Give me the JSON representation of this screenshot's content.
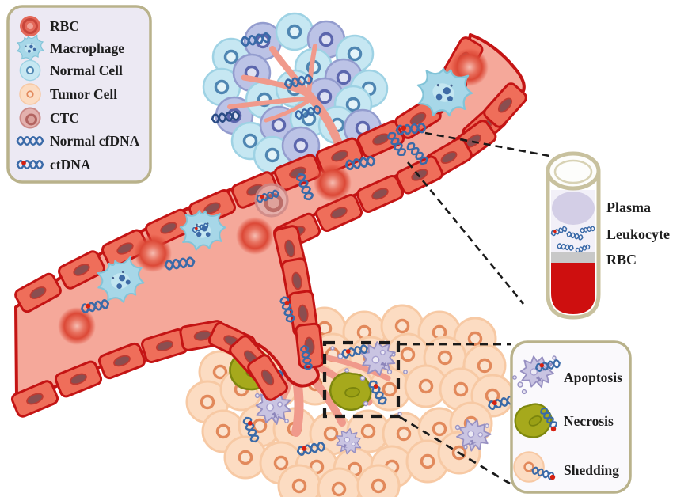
{
  "legend": {
    "items": [
      {
        "id": "rbc",
        "label": "RBC"
      },
      {
        "id": "macrophage",
        "label": "Macrophage"
      },
      {
        "id": "normal-cell",
        "label": "Normal Cell"
      },
      {
        "id": "tumor-cell",
        "label": "Tumor Cell"
      },
      {
        "id": "ctc",
        "label": "CTC"
      },
      {
        "id": "normal-cfdna",
        "label": "Normal cfDNA"
      },
      {
        "id": "ctdna",
        "label": "ctDNA"
      }
    ]
  },
  "tube": {
    "labels": [
      "Plasma",
      "Leukocyte",
      "RBC"
    ]
  },
  "processes": {
    "items": [
      {
        "id": "apoptosis",
        "label": "Apoptosis"
      },
      {
        "id": "necrosis",
        "label": "Necrosis"
      },
      {
        "id": "shedding",
        "label": "Shedding"
      }
    ]
  },
  "colors": {
    "vessel_wall": "#c41414",
    "vessel_cell": "#ef6e5a",
    "lumen": "#f5a89a",
    "capillary": "#f09a8c",
    "dna": "#3a6aa8",
    "dna_dark": "#2b4c85",
    "ctdna_dot": "#d62010",
    "macrophage": "#a7d7e8",
    "normal_cell": "#c6e7f2",
    "normal_cell_alt": "#bcc3e6",
    "tumor_cell": "#fcdcc2",
    "apoptosis": "#c9c4e2",
    "necrosis": "#a6a91c",
    "plasma_layer": "#d3cee6",
    "leukocyte_layer": "#c8c8c8",
    "rbc_layer": "#ce0f0f",
    "box_border": "#b9b28b",
    "legend_bg": "#ece9f3"
  }
}
